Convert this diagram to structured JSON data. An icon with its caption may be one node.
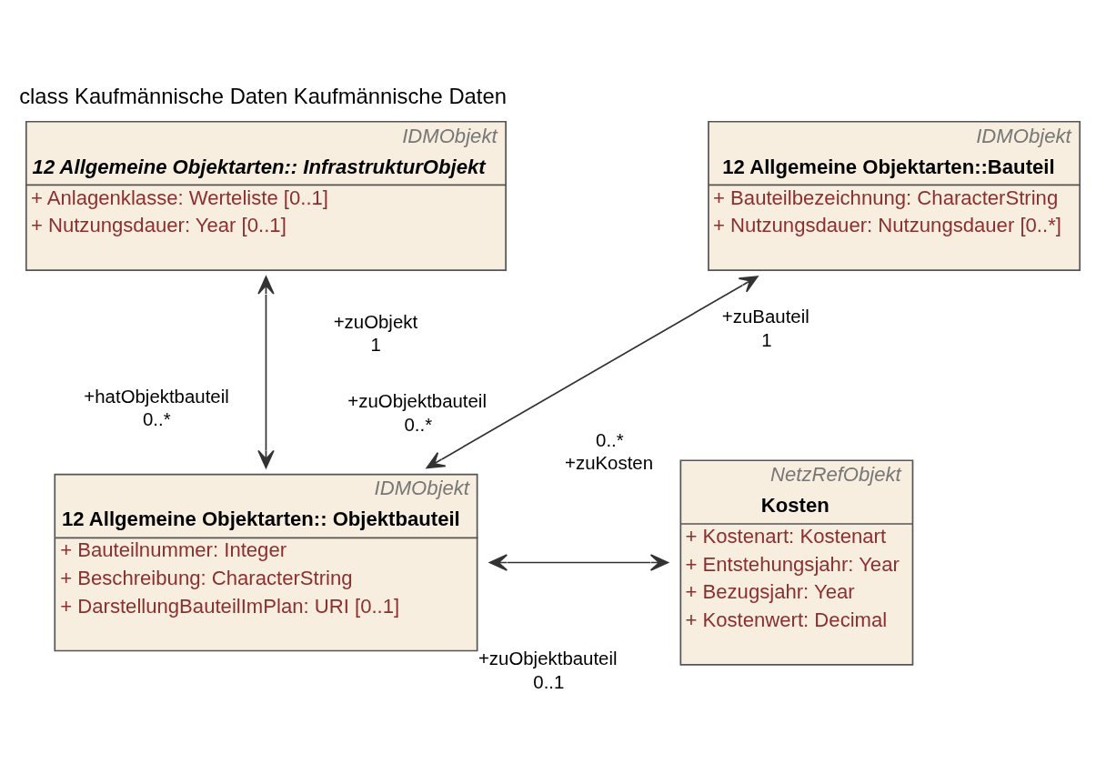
{
  "diagram": {
    "title": "class Kaufmännische Daten Kaufmännische Daten",
    "nodes": [
      {
        "text": [
          "IDMObjekt",
          "12 Allgemeine Objektarten:: InfrastrukturObjekt",
          "+ Anlagenklasse: Werteliste [0..1]",
          "+ Nutzungsdauer: Year [0..1]"
        ]
      },
      {
        "text": [
          "IDMObjekt",
          "12 Allgemeine Objektarten::Bauteil",
          "+ Bauteilbezeichnung: CharacterString",
          "+ Nutzungsdauer: Nutzungsdauer [0..*]"
        ]
      },
      {
        "text": [
          "IDMObjekt",
          "12 Allgemeine Objektarten:: Objektbauteil",
          "+ Bauteilnummer: Integer",
          "+ Beschreibung: CharacterString",
          "+ DarstellungBauteilImPlan: URI [0..1]"
        ]
      },
      {
        "text": [
          "NetzRefObjekt",
          "Kosten",
          "+ Kostenart: Kostenart",
          "+ Entstehungsjahr: Year",
          "+ Bezugsjahr: Year",
          "+ Kostenwert: Decimal"
        ]
      }
    ],
    "edges": [
      {
        "from": 0,
        "to": 2,
        "arrow": "both"
      },
      {
        "from": 2,
        "to": 1,
        "arrow": "both"
      },
      {
        "from": 2,
        "to": 3,
        "arrow": "both"
      }
    ],
    "labels": [
      "+zuBauteil",
      "1",
      "+zuObjekt",
      "1",
      "+hatObjektbauteil",
      "0..*",
      "+zuObjektbauteil",
      "0..*",
      "+zuObjektbauteil",
      "0..*",
      "0..1",
      "+zuKosten"
    ]
  }
}
